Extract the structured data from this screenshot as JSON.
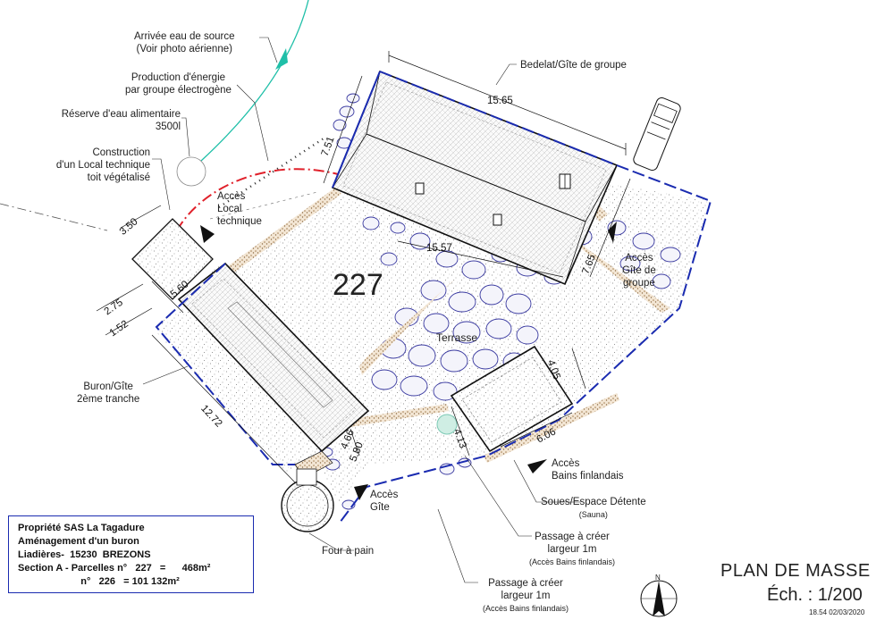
{
  "plan": {
    "parcel_number": "227",
    "terrace_label": "Terrasse",
    "title": "PLAN DE MASSE",
    "scale": "Éch. : 1/200",
    "stamp": "18.54 02/03/2020"
  },
  "labels": {
    "water_source_1": "Arrivée eau de source",
    "water_source_2": "(Voir photo aérienne)",
    "energy_1": "Production d'énergie",
    "energy_2": "par groupe électrogène",
    "reserve_1": "Réserve d'eau  alimentaire",
    "reserve_2": "3500l",
    "local_1": "Construction",
    "local_2": "d'un Local technique",
    "local_3": "toit végétalisé",
    "bedelat": "Bedelat/Gîte de groupe",
    "access_local_1": "Accès",
    "access_local_2": "Local",
    "access_local_3": "technique",
    "access_gite_groupe_1": "Accès",
    "access_gite_groupe_2": "Gîte de",
    "access_gite_groupe_3": "groupe",
    "buron_1": "Buron/Gîte",
    "buron_2": "2ème tranche",
    "access_bains_1": "Accès",
    "access_bains_2": "Bains finlandais",
    "soues_1": "Soues/Espace Détente",
    "soues_2": "(Sauna)",
    "access_gite_1": "Accès",
    "access_gite_2": "Gîte",
    "four": "Four à pain",
    "passage_a_1": "Passage à créer",
    "passage_a_2": "largeur 1m",
    "passage_a_3": "(Accès Bains finlandais)",
    "passage_b_1": "Passage à créer",
    "passage_b_2": "largeur 1m",
    "passage_b_3": "(Accès Bains finlandais)"
  },
  "dimensions": {
    "bedelat_length": "15.65",
    "bedelat_width": "7.51",
    "bedelat_inner": "15.57",
    "bedelat_right": "7.65",
    "local_side": "3.50",
    "local_gap": "5.60",
    "offset_a": "2.75",
    "offset_b": "1.52",
    "buron_length": "12.72",
    "buron_w1": "4.66",
    "buron_w2": "5.80",
    "soues_w": "4.05",
    "soues_l": "6.06",
    "soues_h": "4.13"
  },
  "info_box": {
    "line1": "Propriété SAS La Tagadure",
    "line2": "Aménagement d'un buron",
    "line3": "Liadières-  15230  BREZONS",
    "line4": "Section A - Parcelles n°   227   =      468m²",
    "line5": "                       n°   226   = 101 132m²"
  },
  "north": "N",
  "colors": {
    "parcel_boundary": "#1a2bb0",
    "access_route": "#e0202a",
    "water_line": "#1fbfa8",
    "stone_outline": "#3a3aa0",
    "wall_hatch": "#b08a5a"
  }
}
